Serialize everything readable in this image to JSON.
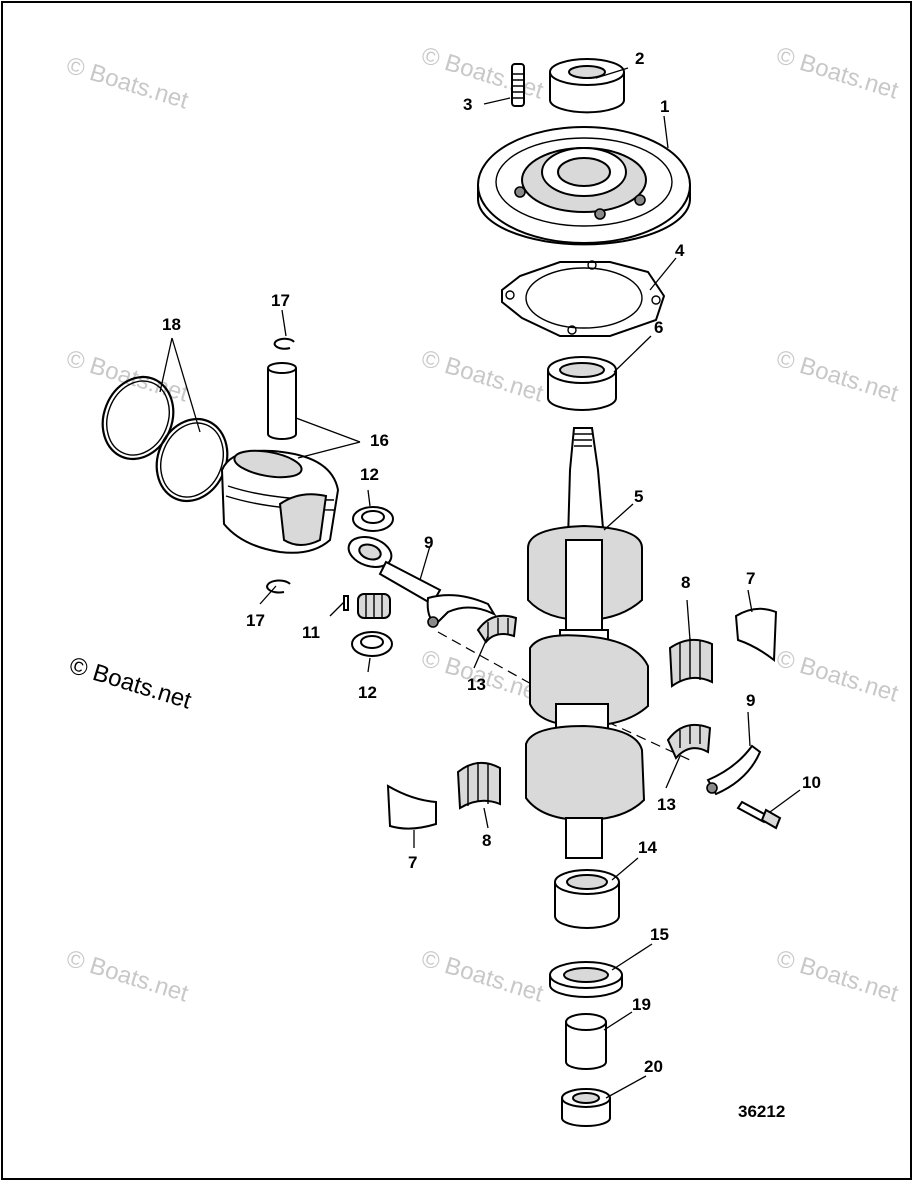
{
  "watermark": "© Boats.net",
  "credit": "© Boats.net",
  "figure_number": "36212",
  "callouts": {
    "c1": "1",
    "c2": "2",
    "c3": "3",
    "c4": "4",
    "c5": "5",
    "c6": "6",
    "c7a": "7",
    "c7b": "7",
    "c8a": "8",
    "c8b": "8",
    "c9a": "9",
    "c9b": "9",
    "c10": "10",
    "c11": "11",
    "c12a": "12",
    "c12b": "12",
    "c13a": "13",
    "c13b": "13",
    "c14": "14",
    "c15": "15",
    "c16": "16",
    "c17a": "17",
    "c17b": "17",
    "c18": "18",
    "c19": "19",
    "c20": "20"
  }
}
